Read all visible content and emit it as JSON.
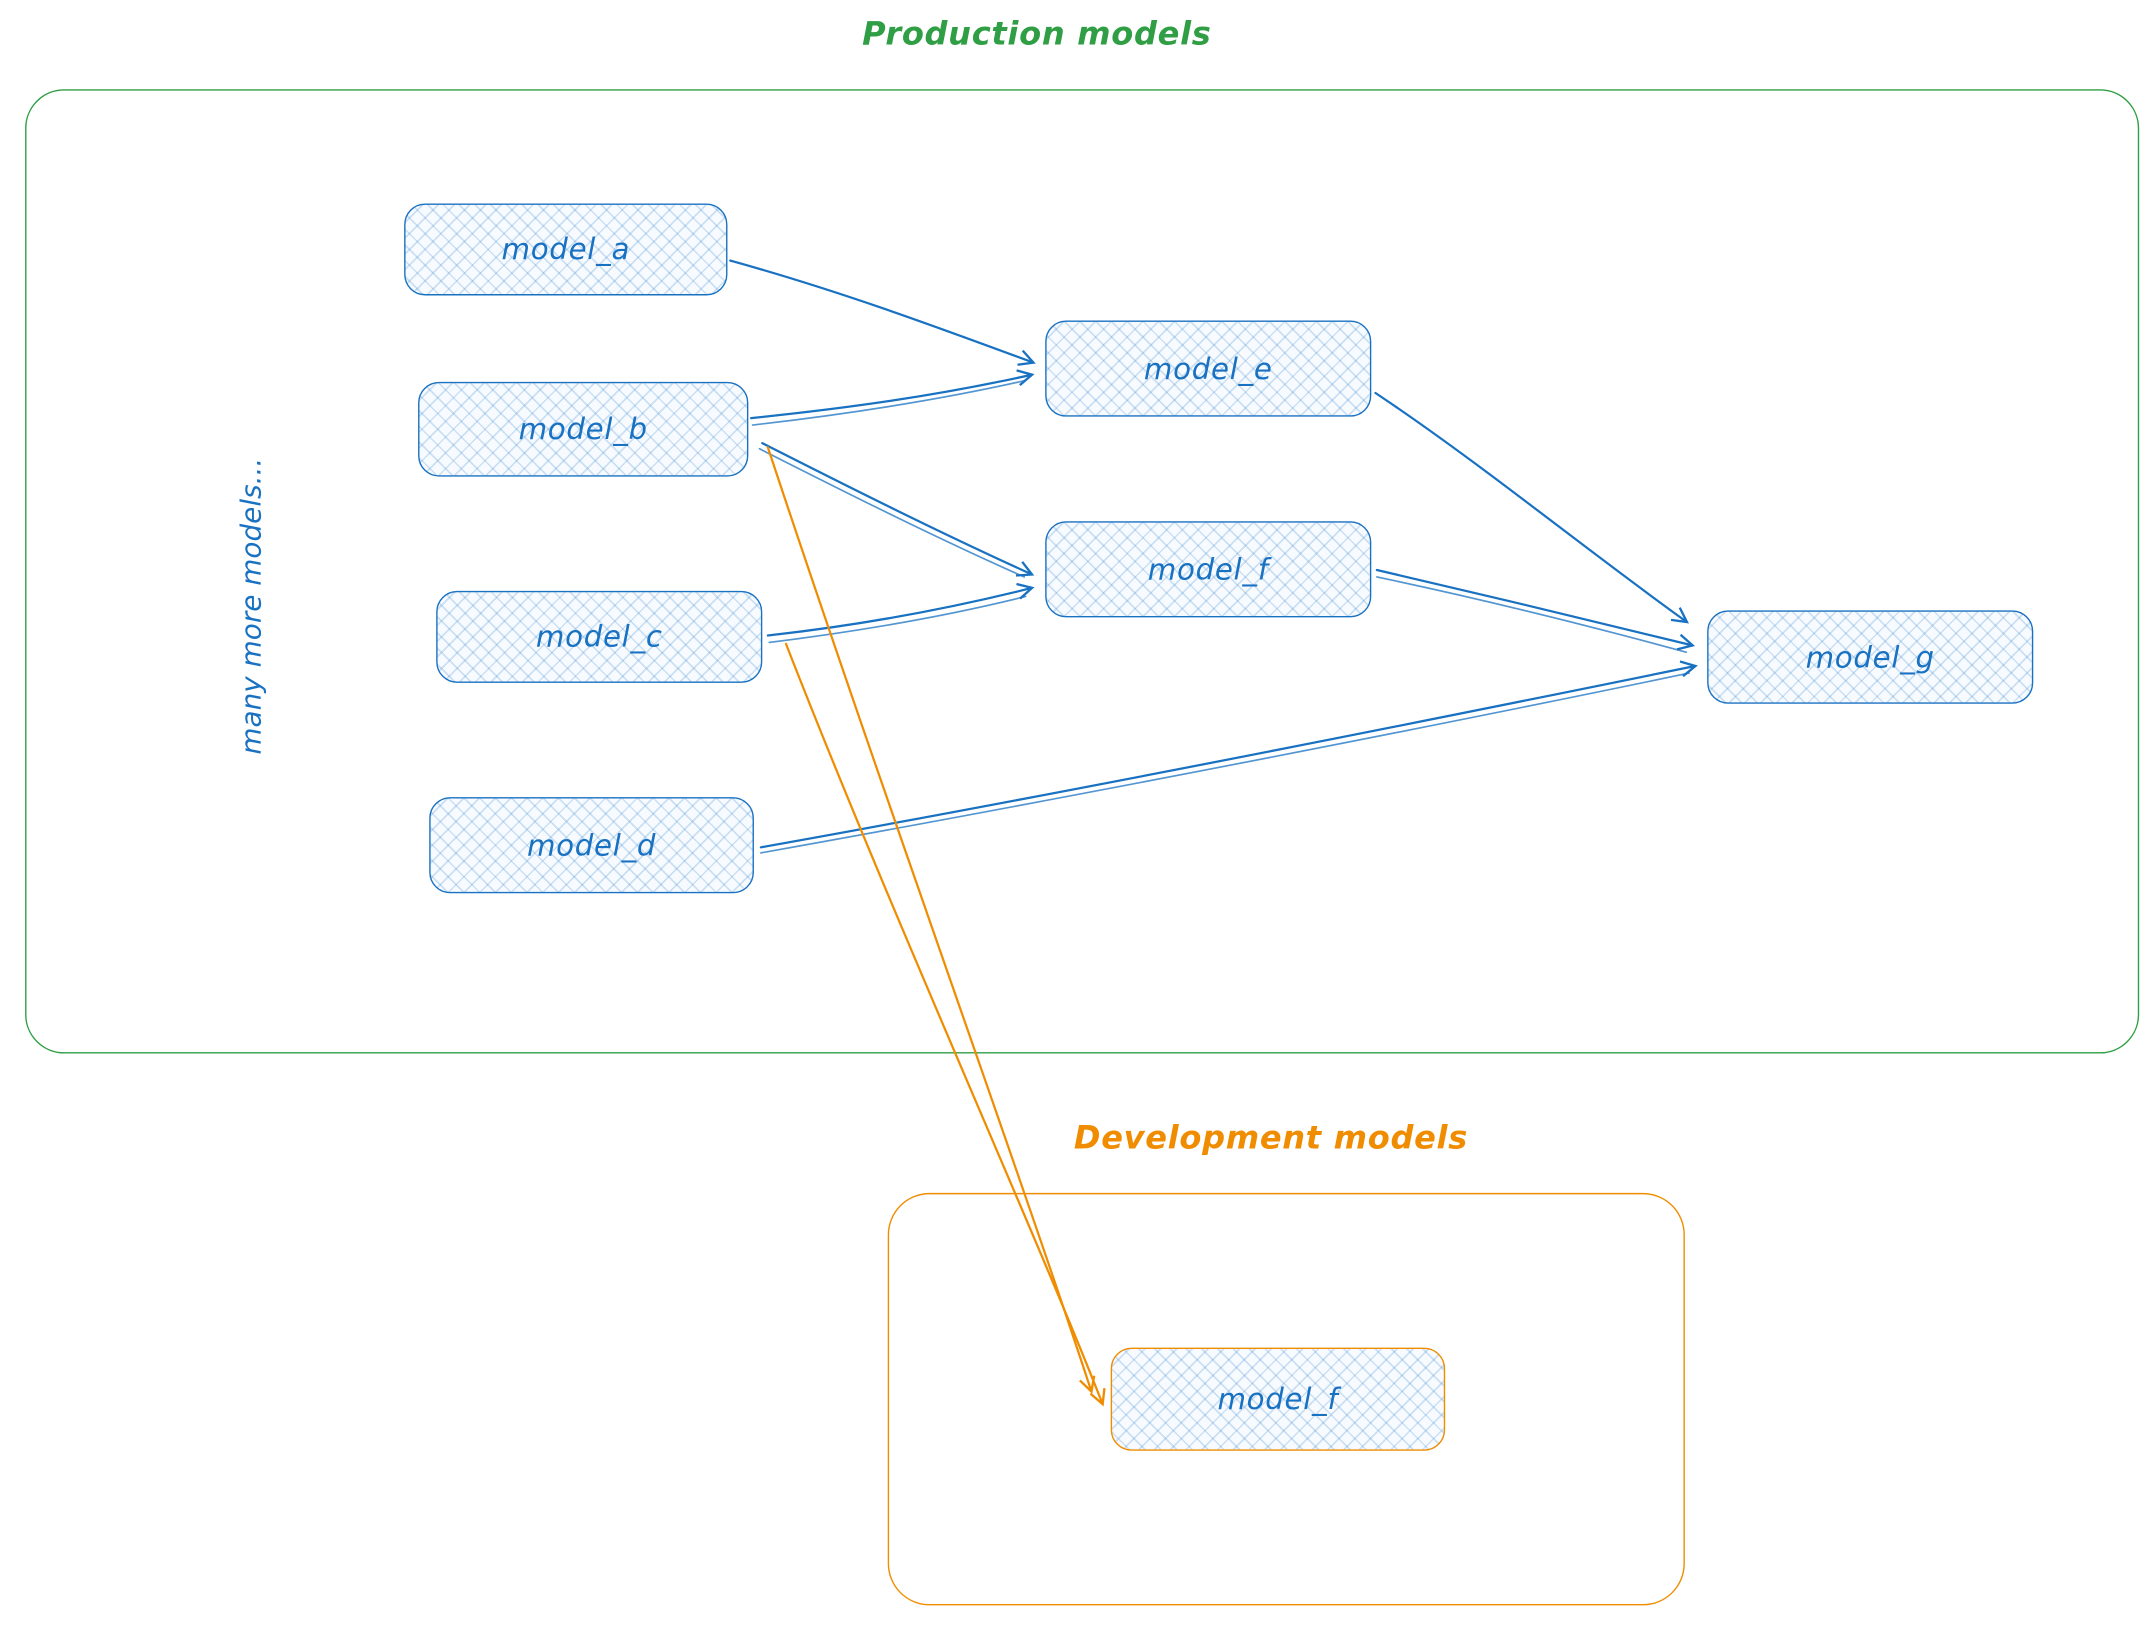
{
  "colors": {
    "blue": "#1971c2",
    "green": "#2f9e44",
    "orange": "#f08c00",
    "node-fill": "#f7fbff"
  },
  "production": {
    "title": "Production models",
    "side_label": "many more models..."
  },
  "development": {
    "title": "Development models"
  },
  "nodes": {
    "model_a": {
      "label": "model_a"
    },
    "model_b": {
      "label": "model_b"
    },
    "model_c": {
      "label": "model_c"
    },
    "model_d": {
      "label": "model_d"
    },
    "model_e": {
      "label": "model_e"
    },
    "model_f": {
      "label": "model_f"
    },
    "model_g": {
      "label": "model_g"
    },
    "dev_model_f": {
      "label": "model_f"
    }
  },
  "edges": {
    "production": [
      {
        "from": "model_a",
        "to": "model_e",
        "color": "#1971c2"
      },
      {
        "from": "model_b",
        "to": "model_e",
        "color": "#1971c2"
      },
      {
        "from": "model_b",
        "to": "model_f",
        "color": "#1971c2"
      },
      {
        "from": "model_c",
        "to": "model_f",
        "color": "#1971c2"
      },
      {
        "from": "model_d",
        "to": "model_g",
        "color": "#1971c2"
      },
      {
        "from": "model_e",
        "to": "model_g",
        "color": "#1971c2"
      },
      {
        "from": "model_f",
        "to": "model_g",
        "color": "#1971c2"
      }
    ],
    "cross_environment": [
      {
        "from": "model_b",
        "to": "dev_model_f",
        "color": "#f08c00"
      },
      {
        "from": "model_c",
        "to": "dev_model_f",
        "color": "#f08c00"
      }
    ]
  }
}
